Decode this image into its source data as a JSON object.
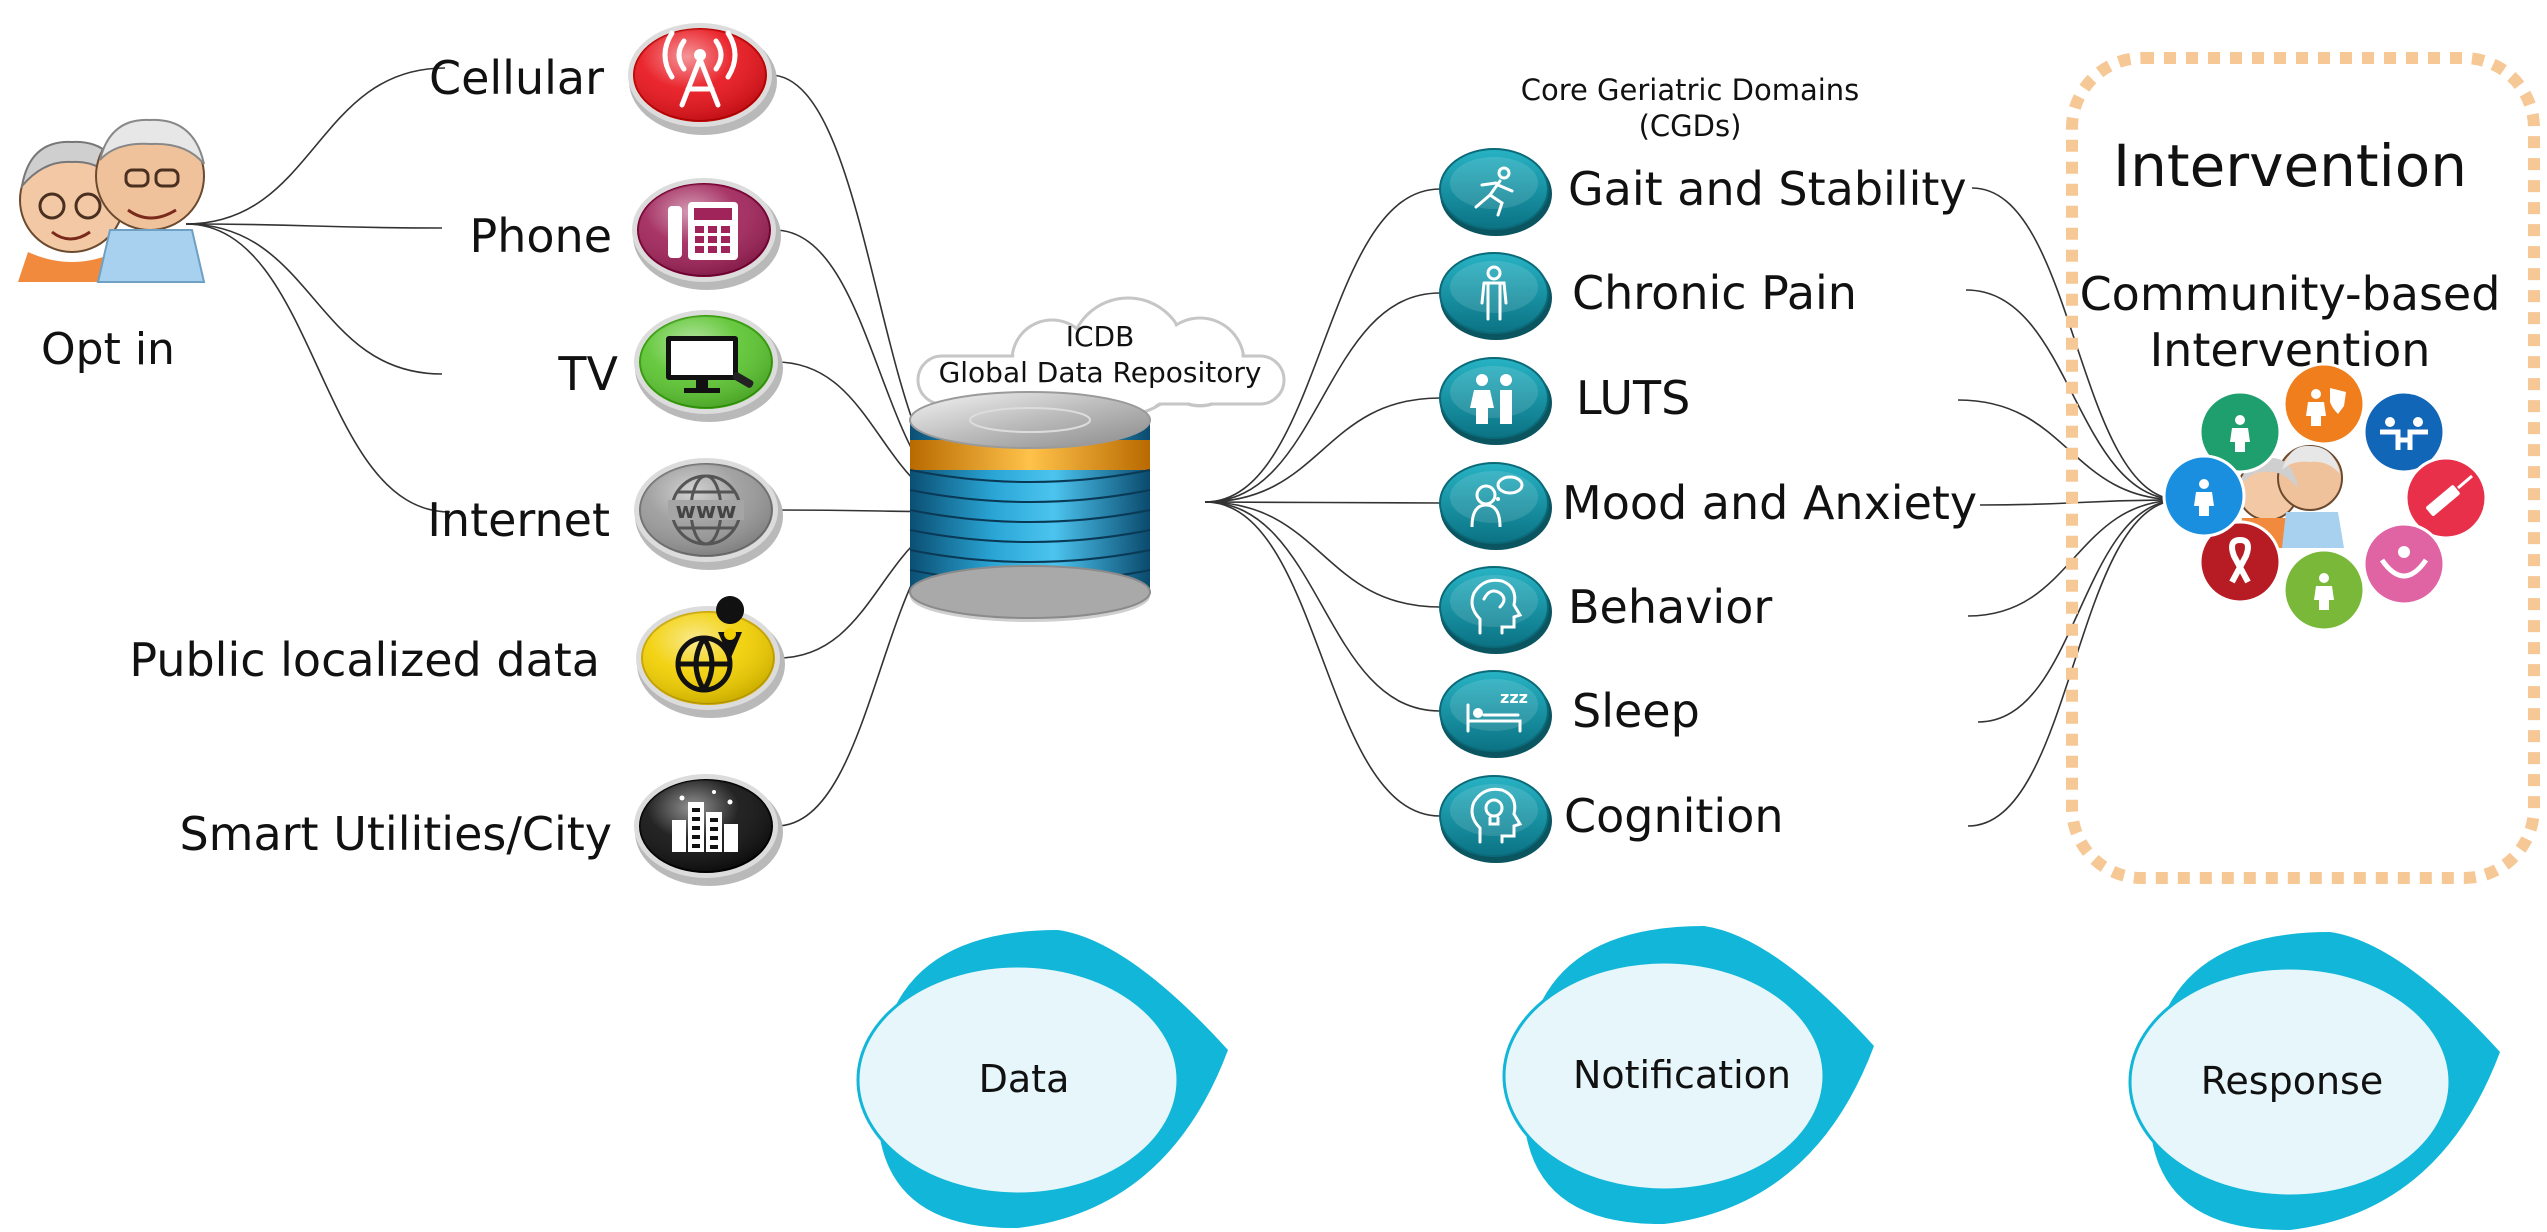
{
  "elderly_label": "Opt in",
  "sources": [
    {
      "label": "Cellular",
      "icon": "antenna-icon",
      "color": "#e8141c"
    },
    {
      "label": "Phone",
      "icon": "phone-keypad-icon",
      "color": "#a0245a"
    },
    {
      "label": "TV",
      "icon": "television-icon",
      "color": "#5cc531"
    },
    {
      "label": "Internet",
      "icon": "www-globe-icon",
      "color": "#9a9a9a"
    },
    {
      "label": "Public localized data",
      "icon": "globe-location-icon",
      "color": "#f2cf00"
    },
    {
      "label": "Smart Utilities/City",
      "icon": "city-skyline-icon",
      "color": "#111111"
    }
  ],
  "repository": {
    "title": "ICDB",
    "subtitle": "Global Data Repository",
    "icon": "database-icon"
  },
  "domains_header": {
    "line1": "Core Geriatric Domains",
    "line2": "(CGDs)"
  },
  "domains": [
    {
      "label": "Gait and Stability",
      "icon": "running-person-icon"
    },
    {
      "label": "Chronic Pain",
      "icon": "person-figure-icon"
    },
    {
      "label": "LUTS",
      "icon": "couple-icon"
    },
    {
      "label": "Mood and Anxiety",
      "icon": "thought-bubble-icon"
    },
    {
      "label": "Behavior",
      "icon": "head-brain-icon"
    },
    {
      "label": "Sleep",
      "icon": "bed-sleep-icon"
    },
    {
      "label": "Cognition",
      "icon": "head-lightbulb-icon"
    }
  ],
  "intervention": {
    "title": "Intervention",
    "line1": "Community-based",
    "line2": "Intervention"
  },
  "intervention_icons": [
    {
      "icon": "pregnant-woman-icon",
      "color": "#1f9e6e"
    },
    {
      "icon": "doctor-shield-icon",
      "color": "#f07e1d"
    },
    {
      "icon": "caregivers-icon",
      "color": "#1166b8"
    },
    {
      "icon": "syringe-icon",
      "color": "#e8304b"
    },
    {
      "icon": "family-care-icon",
      "color": "#e064a4"
    },
    {
      "icon": "woman-figure-icon",
      "color": "#7ab83a"
    },
    {
      "icon": "awareness-ribbon-icon",
      "color": "#b71c24"
    },
    {
      "icon": "woman-center-icon",
      "color": "#1a8fe0"
    }
  ],
  "stages": [
    {
      "label": "Data"
    },
    {
      "label": "Notification"
    },
    {
      "label": "Response"
    }
  ],
  "colors": {
    "teal": "#1596a6",
    "accent_cyan": "#12b6d8",
    "box_dash": "#f6c896"
  }
}
